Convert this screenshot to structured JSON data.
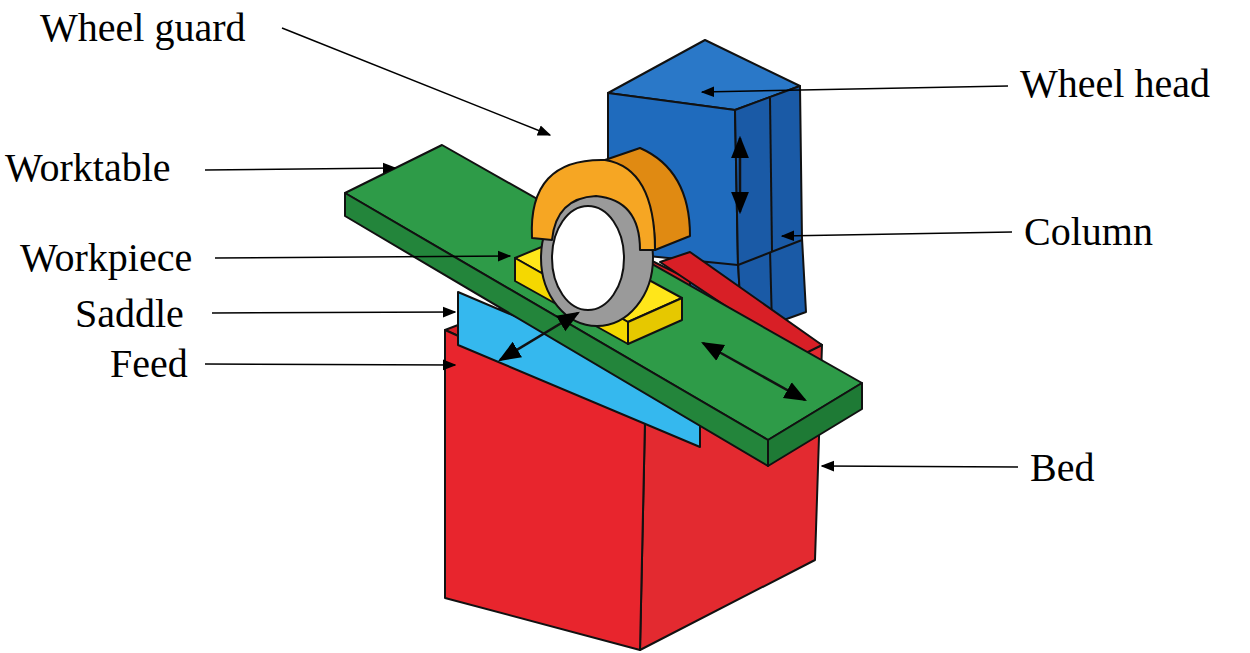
{
  "diagram": {
    "labels": [
      "Wheel guard",
      "Wheel head",
      "Worktable",
      "Column",
      "Workpiece",
      "Saddle",
      "Feed",
      "Bed"
    ]
  }
}
